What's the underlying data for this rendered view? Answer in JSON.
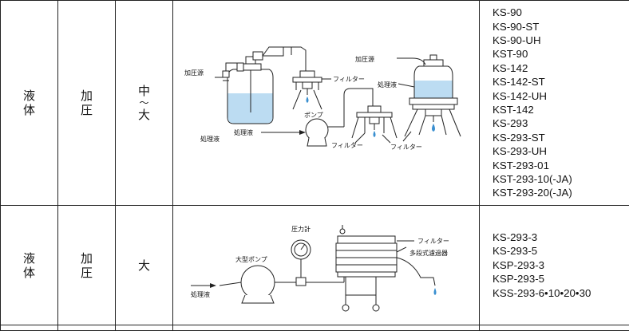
{
  "rows": [
    {
      "state": [
        "液",
        "体"
      ],
      "method": [
        "加",
        "圧"
      ],
      "scale": [
        "中",
        "〜",
        "大"
      ],
      "diagram": {
        "labels": {
          "pressure_source_left": "加圧源",
          "pressure_source_right": "加圧源",
          "filter_top": "フィルター",
          "liquid_right": "処理液",
          "pump": "ポンプ",
          "liquid_in": "処理液",
          "liquid_tank": "処理液",
          "filter_bottom_left": "フィルター",
          "filter_bottom_right": "フィルター"
        }
      },
      "models": [
        "KS-90",
        "KS-90-ST",
        "KS-90-UH",
        "KST-90",
        "KS-142",
        "KS-142-ST",
        "KS-142-UH",
        "KST-142",
        "KS-293",
        "KS-293-ST",
        "KS-293-UH",
        "KST-293-01",
        "KST-293-10(-JA)",
        "KST-293-20(-JA)"
      ]
    },
    {
      "state": [
        "液",
        "体"
      ],
      "method": [
        "加",
        "圧"
      ],
      "scale": [
        "大"
      ],
      "diagram": {
        "labels": {
          "pressure_gauge": "圧力計",
          "big_pump": "大型ポンプ",
          "liquid_in": "処理液",
          "filter": "フィルター",
          "multistage": "多段式濾過器"
        }
      },
      "models": [
        "KS-293-3",
        "KS-293-5",
        "KSP-293-3",
        "KSP-293-5",
        "KSS-293-6•10•20•30"
      ]
    }
  ],
  "colors": {
    "liquid": "#bcdcf2",
    "drop": "#3a8fd0",
    "line": "#222222"
  }
}
